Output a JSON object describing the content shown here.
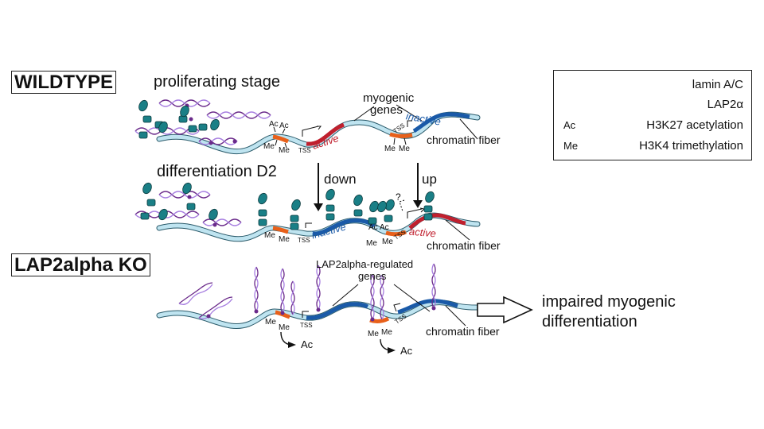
{
  "panels": {
    "wildtype": {
      "label": "WILDTYPE",
      "stage_proliferating": "proliferating stage",
      "stage_differentiation": "differentiation D2",
      "myogenic_genes_label": "myogenic\ngenes",
      "myogenic_line1": "myogenic",
      "myogenic_line2": "genes",
      "chromatin_fiber": "chromatin fiber",
      "active": "active",
      "inactive": "inactive",
      "down": "down",
      "up": "up",
      "question": "?",
      "ac": "Ac",
      "me": "Me",
      "tss": "TSS"
    },
    "ko": {
      "label": "LAP2alpha KO",
      "regulated_line1": "LAP2alpha-regulated",
      "regulated_line2": "genes",
      "chromatin_fiber": "chromatin fiber",
      "ac": "Ac",
      "me": "Me",
      "tss": "TSS",
      "outcome_line1": "impaired myogenic",
      "outcome_line2": "differentiation"
    }
  },
  "legend": {
    "items": [
      {
        "icon": "lamin-ac-icon",
        "label": "lamin A/C"
      },
      {
        "icon": "lap2alpha-icon",
        "label": "LAP2α"
      },
      {
        "icon": "ac-mark",
        "mark": "Ac",
        "label": "H3K27 acetylation"
      },
      {
        "icon": "me-mark",
        "mark": "Me",
        "label": "H3K4 trimethylation"
      }
    ]
  },
  "colors": {
    "fiber_fill": "#bfe4f0",
    "fiber_stroke": "#2a5a6a",
    "active": "#c0202e",
    "inactive": "#1a5aa8",
    "methyl_region": "#e8601a",
    "lamin_dark": "#6a2a8a",
    "lamin_light": "#a77ee0",
    "lap2": "#1a7f86"
  }
}
